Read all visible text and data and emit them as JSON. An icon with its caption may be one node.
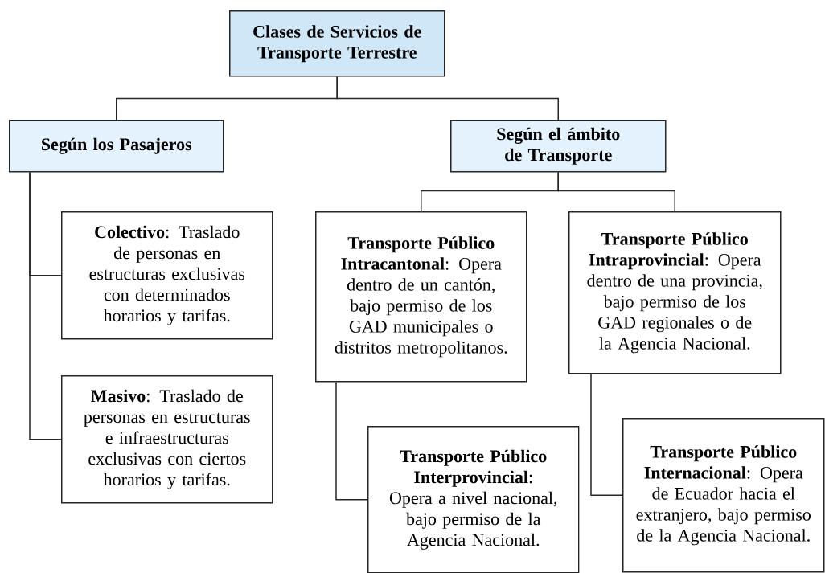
{
  "diagram": {
    "nodes": [
      {
        "text": [
          "Clases de Servicios de Transporte Terrestre"
        ]
      },
      {
        "text": [
          "Según los Pasajeros"
        ]
      },
      {
        "text": [
          "Según el ámbito de Transporte"
        ]
      },
      {
        "text": [
          "**Colectivo**: Traslado de personas en estructuras exclusivas con determinados horarios y tarifas."
        ]
      },
      {
        "text": [
          "**Masivo**: Traslado de personas en estructuras e infraestructuras exclusivas con ciertos horarios y tarifas."
        ]
      },
      {
        "text": [
          "**Transporte Público Intracantonal**: Opera dentro de un cantón, bajo permiso de los GAD municipales o distritos metropolitanos."
        ]
      },
      {
        "text": [
          "**Transporte Público Intraprovincial**: Opera dentro de una provincia, bajo permiso de los GAD regionales o de la Agencia Nacional."
        ]
      },
      {
        "text": [
          "**Transporte Público Interprovincial**: Opera a nivel nacional, bajo permiso de la Agencia Nacional."
        ]
      },
      {
        "text": [
          "**Transporte Público Internacional**: Opera de Ecuador hacia el extranjero, bajo permiso de la Agencia Nacional."
        ]
      }
    ],
    "edges": [
      {
        "from": 0,
        "to": 1,
        "arrow": "none"
      },
      {
        "from": 0,
        "to": 2,
        "arrow": "none"
      },
      {
        "from": 1,
        "to": 3,
        "arrow": "none"
      },
      {
        "from": 1,
        "to": 4,
        "arrow": "none"
      },
      {
        "from": 2,
        "to": 5,
        "arrow": "none"
      },
      {
        "from": 2,
        "to": 6,
        "arrow": "none"
      },
      {
        "from": 5,
        "to": 7,
        "arrow": "none"
      },
      {
        "from": 6,
        "to": 8,
        "arrow": "none"
      }
    ]
  }
}
